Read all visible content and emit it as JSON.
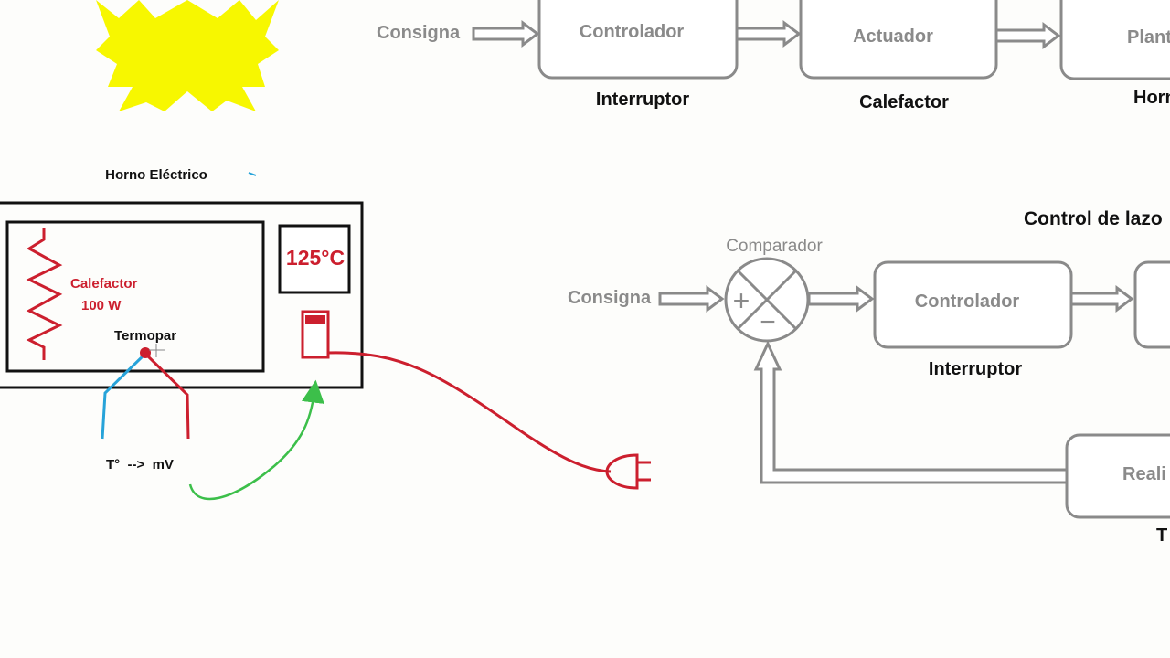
{
  "oven": {
    "title": "Horno Eléctrico",
    "heater_label": "Calefactor",
    "heater_power": "100 W",
    "thermocouple_label": "Termopar",
    "display_value": "125°C",
    "conversion_label": "T°  -->  mV"
  },
  "open_loop": {
    "setpoint": "Consigna",
    "blocks": [
      {
        "text": "Controlador",
        "caption": "Interruptor"
      },
      {
        "text": "Actuador",
        "caption": "Calefactor"
      },
      {
        "text": "Plant",
        "caption": "Horn"
      }
    ]
  },
  "closed_loop": {
    "title": "Control de lazo",
    "comparator": "Comparador",
    "setpoint": "Consigna",
    "comparator_plus": "+",
    "comparator_minus": "−",
    "controller": "Controlador",
    "controller_caption": "Interruptor",
    "feedback_block": "Reali",
    "feedback_caption": "T"
  },
  "colors": {
    "sun": "#f7f700",
    "heater_red": "#cc1f2e",
    "wire_blue": "#27a3d9",
    "arrow_green": "#3cbf4a",
    "block_gray": "#8a8a8a"
  }
}
